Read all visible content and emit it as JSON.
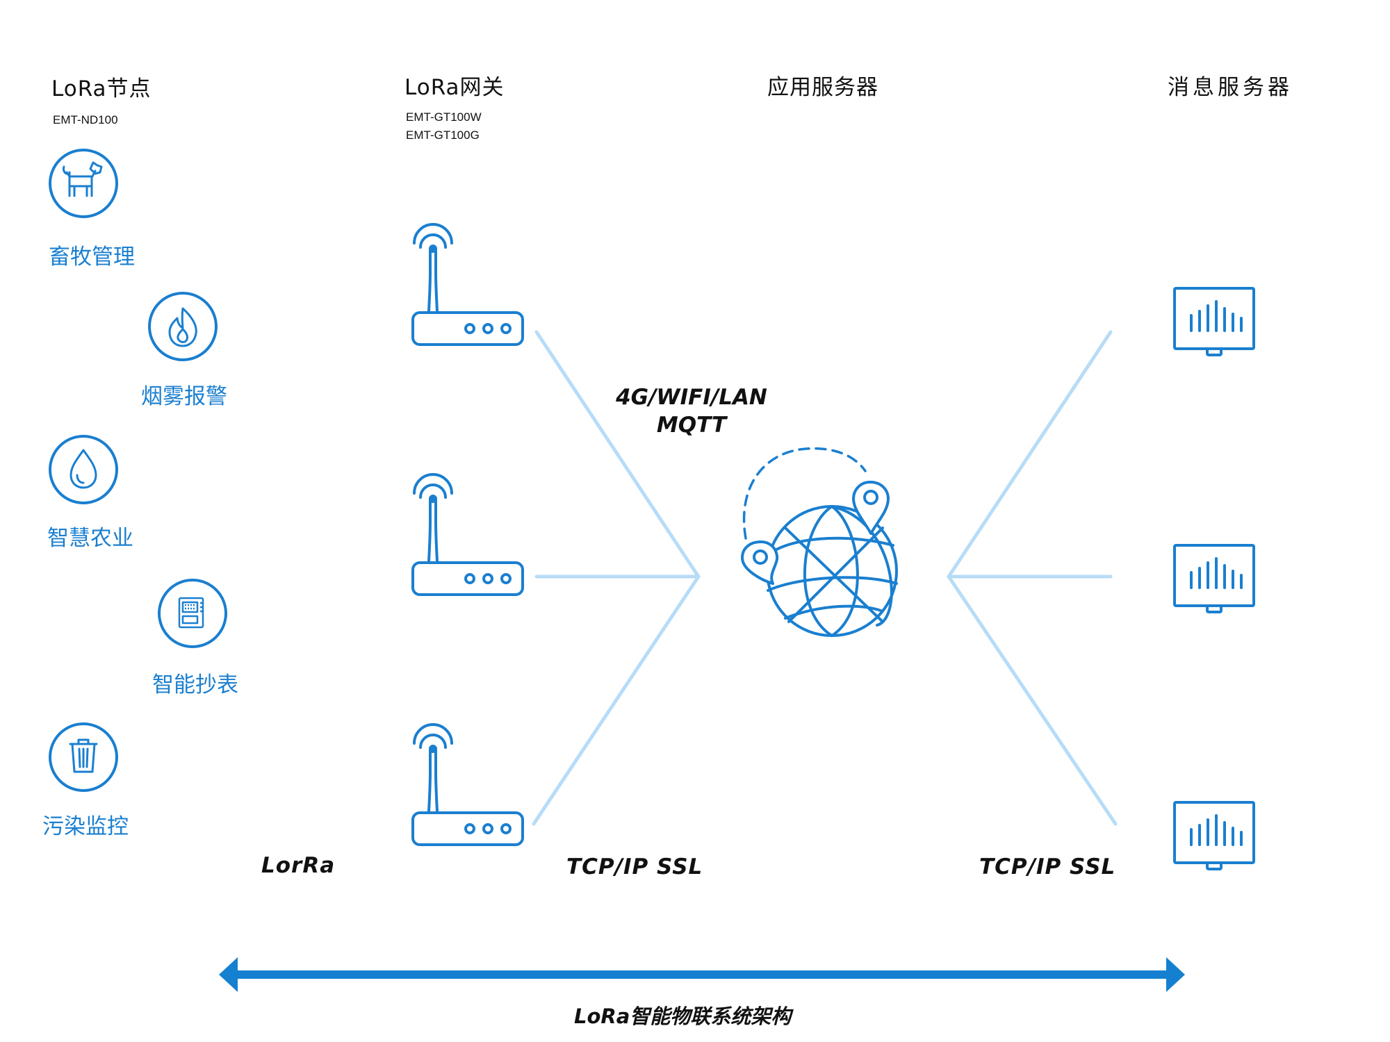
{
  "columns": {
    "nodes": {
      "title": "LoRa节点",
      "models": [
        "EMT-ND100"
      ]
    },
    "gateway": {
      "title": "LoRa网关",
      "models": [
        "EMT-GT100W",
        "EMT-GT100G"
      ]
    },
    "app_server": {
      "title": "应用服务器"
    },
    "msg_server": {
      "title": "消息服务器"
    }
  },
  "nodes": [
    {
      "label": "畜牧管理",
      "icon": "dog-icon"
    },
    {
      "label": "烟雾报警",
      "icon": "flame-icon"
    },
    {
      "label": "智慧农业",
      "icon": "water-drop-icon"
    },
    {
      "label": "智能抄表",
      "icon": "meter-icon"
    },
    {
      "label": "污染监控",
      "icon": "trash-bin-icon"
    }
  ],
  "protocols": {
    "center_line1": "4G/WIFI/LAN",
    "center_line2": "MQTT",
    "lora": "LorRa",
    "tcp_left": "TCP/IP SSL",
    "tcp_right": "TCP/IP SSL"
  },
  "footer": {
    "title": "LoRa智能物联系统架构"
  },
  "colors": {
    "primary": "#1a7fd0",
    "light_line": "#b7dcf7",
    "arrow": "#1580d0",
    "text": "#111111"
  }
}
